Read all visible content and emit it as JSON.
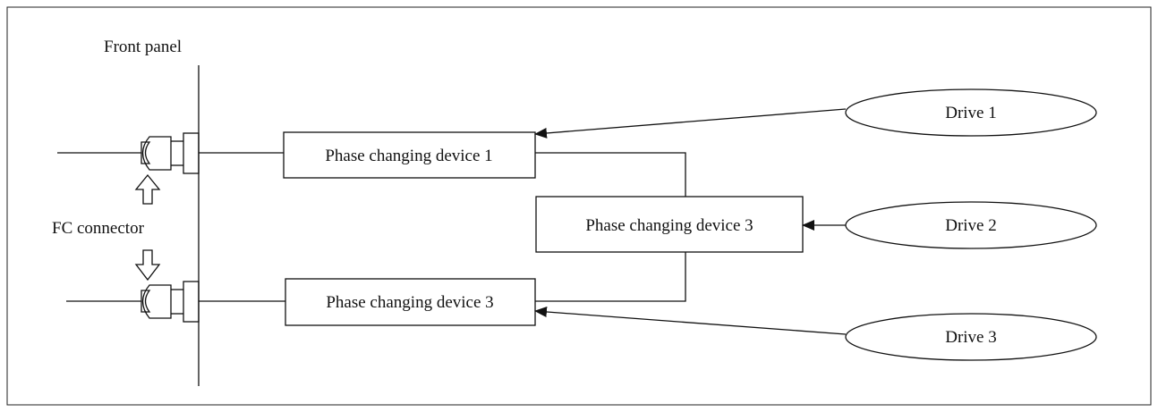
{
  "labels": {
    "front_panel": "Front panel",
    "fc_connector": "FC connector"
  },
  "devices": [
    {
      "label": "Phase changing device 1"
    },
    {
      "label": "Phase changing device 3"
    },
    {
      "label": "Phase changing device 3"
    }
  ],
  "drives": [
    {
      "label": "Drive 1"
    },
    {
      "label": "Drive 2"
    },
    {
      "label": "Drive 3"
    }
  ],
  "colors": {
    "line": "#111111",
    "background": "#ffffff"
  },
  "icons": [
    "up-arrow-icon",
    "down-arrow-icon",
    "fc-connector-icon"
  ]
}
